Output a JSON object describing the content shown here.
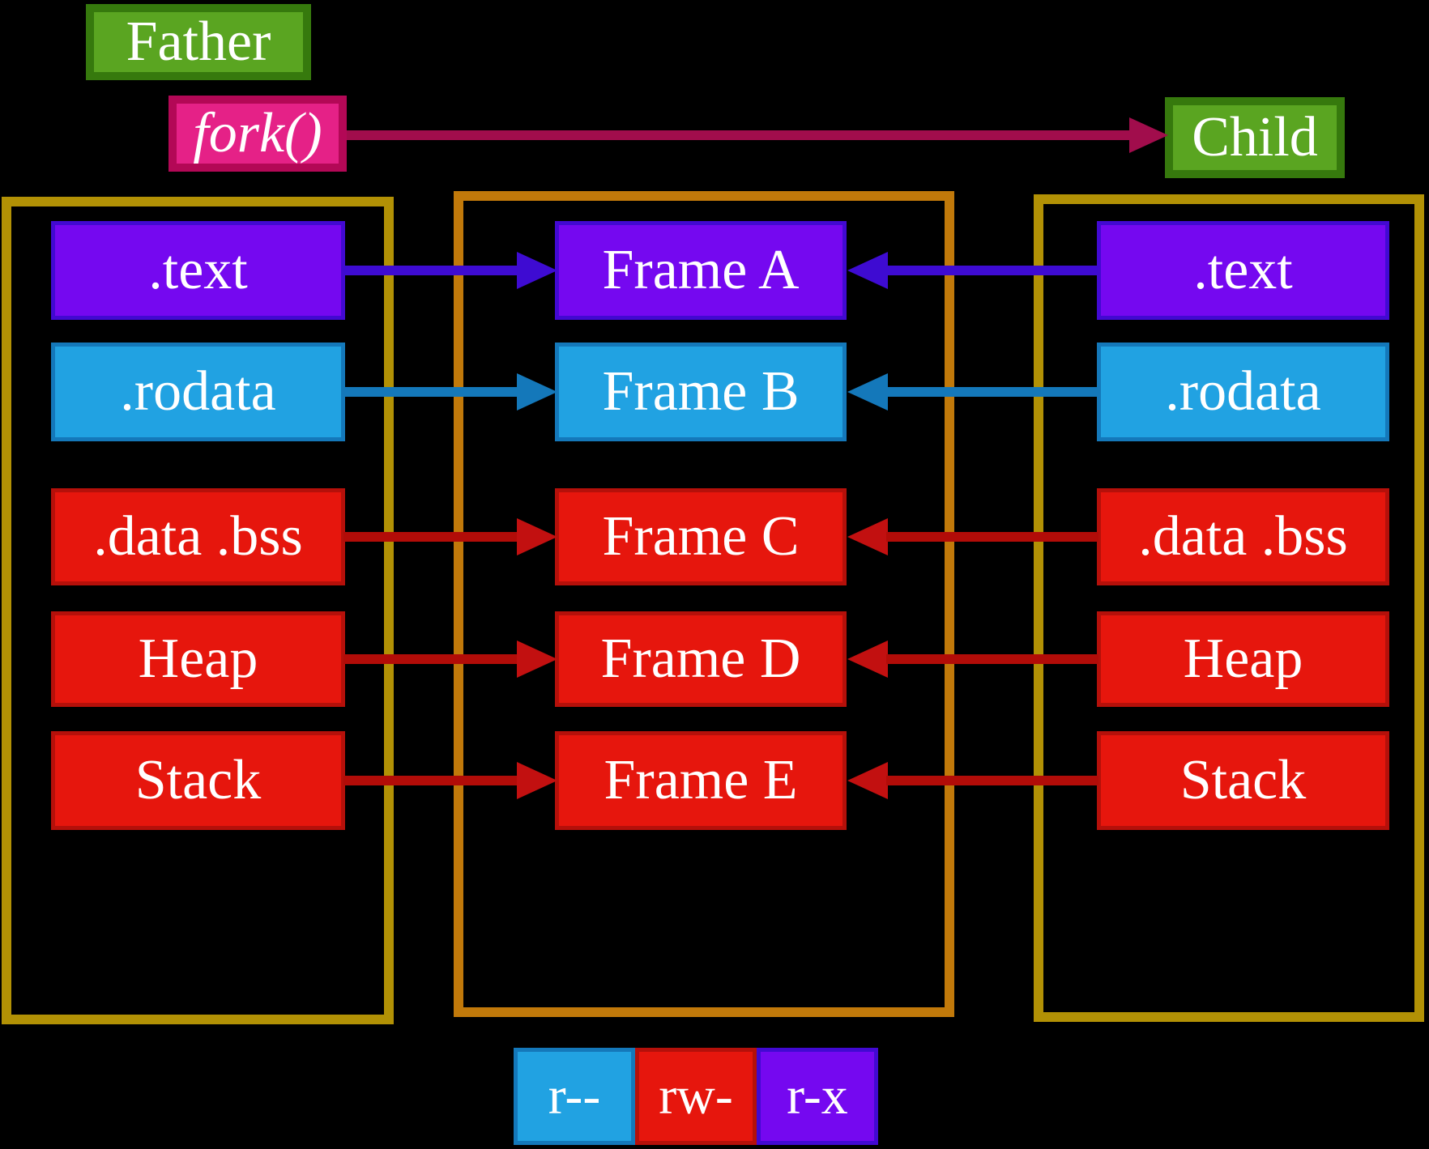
{
  "header": {
    "father": "Father",
    "fork": "fork()",
    "child": "Child"
  },
  "columns": {
    "father": {
      "items": [
        ".text",
        ".rodata",
        ".data .bss",
        "Heap",
        "Stack"
      ]
    },
    "frames": {
      "items": [
        "Frame A",
        "Frame B",
        "Frame C",
        "Frame D",
        "Frame E"
      ]
    },
    "child": {
      "items": [
        ".text",
        ".rodata",
        ".data .bss",
        "Heap",
        "Stack"
      ]
    }
  },
  "legend": {
    "items": [
      {
        "label": "r--",
        "color": "#21a2e2"
      },
      {
        "label": "rw-",
        "color": "#e6160d"
      },
      {
        "label": "r-x",
        "color": "#7508f0"
      }
    ]
  },
  "colors": {
    "background": "#000000",
    "text": "#ffffff",
    "process_green_fill": "#5aa521",
    "process_green_border": "#36790d",
    "fork_pink_fill": "#e52187",
    "fork_pink_border": "#b30856",
    "fork_arrow": "#a10d4c",
    "space_border_gold": "#b29105",
    "frames_border_orange": "#c1790a",
    "rx_fill": "#7508f0",
    "rx_border": "#4209d2",
    "rx_arrow": "#3e0bd2",
    "r_fill": "#21a2e2",
    "r_border": "#1478ba",
    "rw_fill": "#e6160d",
    "rw_border": "#b5100a",
    "rw_arrow": "#b20c08",
    "rw_arrow_head": "#c21010"
  }
}
